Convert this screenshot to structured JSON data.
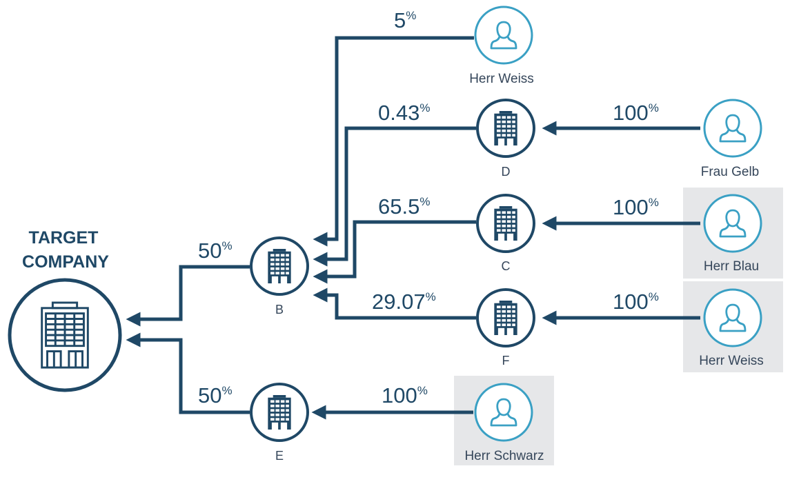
{
  "target": {
    "line1": "TARGET",
    "line2": "COMPANY"
  },
  "nodes": {
    "b": {
      "label": "B"
    },
    "c": {
      "label": "C"
    },
    "d": {
      "label": "D"
    },
    "e": {
      "label": "E"
    },
    "f": {
      "label": "F"
    }
  },
  "persons": {
    "weiss_top": {
      "label": "Herr Weiss"
    },
    "gelb": {
      "label": "Frau Gelb"
    },
    "blau": {
      "label": "Herr Blau"
    },
    "weiss_right": {
      "label": "Herr Weiss"
    },
    "schwarz": {
      "label": "Herr Schwarz"
    }
  },
  "edges": {
    "b_target": {
      "value": "50",
      "unit": "%"
    },
    "e_target": {
      "value": "50",
      "unit": "%"
    },
    "weiss_b": {
      "value": "5",
      "unit": "%"
    },
    "d_b": {
      "value": "0.43",
      "unit": "%"
    },
    "c_b": {
      "value": "65.5",
      "unit": "%"
    },
    "f_b": {
      "value": "29.07",
      "unit": "%"
    },
    "gelb_d": {
      "value": "100",
      "unit": "%"
    },
    "blau_c": {
      "value": "100",
      "unit": "%"
    },
    "weiss_f": {
      "value": "100",
      "unit": "%"
    },
    "schwarz_e": {
      "value": "100",
      "unit": "%"
    }
  },
  "colors": {
    "dark_blue": "#1f4866",
    "person_teal": "#3aa0c4",
    "highlight_grey": "#e6e7e9"
  }
}
